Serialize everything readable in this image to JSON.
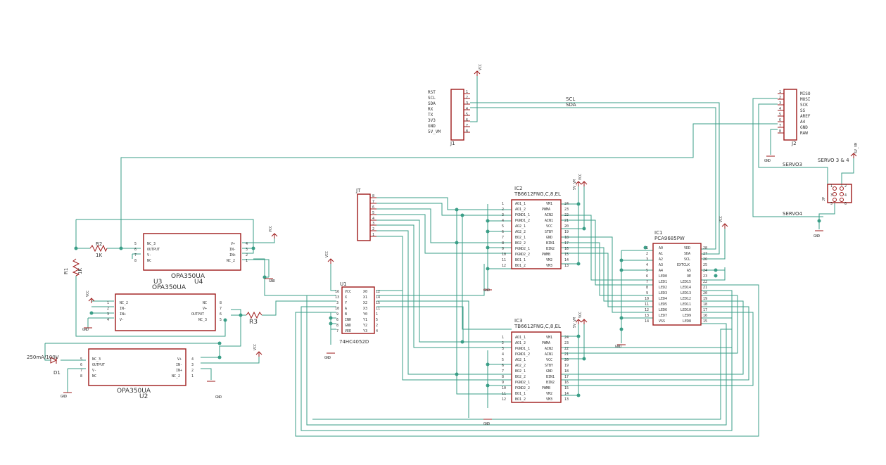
{
  "components": {
    "j1": {
      "name": "J1",
      "pins": [
        "RST",
        "SCL",
        "SDA",
        "RX",
        "TX",
        "3V3",
        "GND",
        "5V_VM"
      ],
      "nums": [
        "1",
        "2",
        "3",
        "4",
        "5",
        "6",
        "7",
        "8"
      ]
    },
    "j2": {
      "name": "J2",
      "pins": [
        "MISO",
        "MOSI",
        "SCK",
        "SS",
        "AREF",
        "A4",
        "GND",
        "RAW"
      ],
      "nums": [
        "1",
        "2",
        "3",
        "4",
        "5",
        "6",
        "7",
        "8"
      ]
    },
    "jt": {
      "name": "JT",
      "nums": [
        "8",
        "7",
        "6",
        "5",
        "4",
        "3",
        "2",
        "1"
      ]
    },
    "ic2": {
      "name": "IC2",
      "part": "TB6612FNG,C,8,EL",
      "left": [
        "AO1_1",
        "AO1_2",
        "PGND1_1",
        "PGND1_2",
        "AO2_1",
        "AO2_2",
        "BO2_1",
        "BO2_2",
        "PGND2_1",
        "PGND2_2",
        "BO1_1",
        "BO1_2"
      ],
      "lnums": [
        "1",
        "2",
        "3",
        "4",
        "5",
        "6",
        "7",
        "8",
        "9",
        "10",
        "11",
        "12"
      ],
      "right": [
        "VM1",
        "PWMA",
        "AIN2",
        "AIN1",
        "VCC",
        "STBY",
        "GND",
        "BIN1",
        "BIN2",
        "PWMB",
        "VM2",
        "VM3"
      ],
      "rnums": [
        "24",
        "23",
        "22",
        "21",
        "20",
        "19",
        "18",
        "17",
        "16",
        "15",
        "14",
        "13"
      ]
    },
    "ic3": {
      "name": "IC3",
      "part": "TB6612FNG,C,8,EL",
      "left": [
        "AO1_1",
        "AO1_2",
        "PGND1_1",
        "PGND1_2",
        "AO2_1",
        "AO2_2",
        "BO2_1",
        "BO2_2",
        "PGND2_1",
        "PGND2_2",
        "BO1_1",
        "BO1_2"
      ],
      "lnums": [
        "1",
        "2",
        "3",
        "4",
        "5",
        "6",
        "7",
        "8",
        "9",
        "10",
        "11",
        "12"
      ],
      "right": [
        "VM1",
        "PWMA",
        "AIN2",
        "AIN1",
        "VCC",
        "STBY",
        "GND",
        "BIN1",
        "BIN2",
        "PWMB",
        "VM2",
        "VM3"
      ],
      "rnums": [
        "24",
        "23",
        "22",
        "21",
        "20",
        "19",
        "18",
        "17",
        "16",
        "15",
        "14",
        "13"
      ]
    },
    "ic1": {
      "name": "IC1",
      "part": "PCA9685PW",
      "left": [
        "A0",
        "A1",
        "A2",
        "A3",
        "A4",
        "LED0",
        "LED1",
        "LED2",
        "LED3",
        "LED4",
        "LED5",
        "LED6",
        "LED7",
        "VSS"
      ],
      "lnums": [
        "1",
        "2",
        "3",
        "4",
        "5",
        "6",
        "7",
        "8",
        "9",
        "10",
        "11",
        "12",
        "13",
        "14"
      ],
      "right": [
        "VDD",
        "SDA",
        "SCL",
        "EXTCLK",
        "A5",
        "OE",
        "LED15",
        "LED14",
        "LED13",
        "LED12",
        "LED11",
        "LED10",
        "LED9",
        "LED8"
      ],
      "rnums": [
        "28",
        "27",
        "26",
        "25",
        "24",
        "23",
        "22",
        "21",
        "20",
        "19",
        "18",
        "17",
        "16",
        "15"
      ]
    },
    "u1": {
      "name": "U1",
      "part": "74HC4052D",
      "left": [
        "VCC",
        "X",
        "Y",
        "A",
        "B",
        "INH",
        "GND",
        "VEE"
      ],
      "lnums": [
        "16",
        "13",
        "3",
        "10",
        "9",
        "6",
        "8",
        "7"
      ],
      "right": [
        "X0",
        "X1",
        "X2",
        "X3",
        "Y0",
        "Y1",
        "Y2",
        "Y3"
      ],
      "rnums": [
        "12",
        "14",
        "15",
        "11",
        "1",
        "5",
        "2",
        "4"
      ]
    },
    "u4": {
      "name": "U4",
      "part": "OPA350UA",
      "left": [
        "NC_3",
        "OUTPUT",
        "V-",
        "NC"
      ],
      "lnums": [
        "5",
        "6",
        "7",
        "8"
      ],
      "right": [
        "V+",
        "IN-",
        "IN+",
        "NC_2"
      ],
      "rnums": [
        "4",
        "3",
        "2",
        "1"
      ]
    },
    "u3": {
      "name": "U3",
      "part": "OPA350UA",
      "left": [
        "NC_2",
        "IN-",
        "IN+",
        "V-"
      ],
      "lnums": [
        "1",
        "2",
        "3",
        "4"
      ],
      "right": [
        "NC",
        "V+",
        "OUTPUT",
        "NC_3"
      ],
      "rnums": [
        "8",
        "7",
        "6",
        "5"
      ]
    },
    "u2": {
      "name": "U2",
      "part": "OPA350UA",
      "left": [
        "NC_3",
        "OUTPUT",
        "V-",
        "NC"
      ],
      "lnums": [
        "5",
        "6",
        "7",
        "8"
      ],
      "right": [
        "V+",
        "IN-",
        "IN+",
        "NC_2"
      ],
      "rnums": [
        "4",
        "3",
        "2",
        "1"
      ]
    },
    "r1": {
      "name": "R1",
      "value": "1K"
    },
    "r2": {
      "name": "R2",
      "value": "1K"
    },
    "r3": {
      "name": "R3"
    },
    "d1": {
      "name": "D1",
      "value": "250mA/100V"
    },
    "servo": {
      "name": "SERVO 3 & 4",
      "pins": [
        "1",
        "2",
        "3",
        "4",
        "5",
        "6"
      ],
      "jp": "JP"
    }
  },
  "nets": {
    "scl": "SCL",
    "sda": "SDA",
    "servo3": "SERVO3",
    "servo4": "SERVO4",
    "vcc": "VCC",
    "gnd": "GND",
    "vm": "5V_VM"
  },
  "colors": {
    "wire": "#3a9e87",
    "part": "#9e1a1a",
    "text": "#333333"
  }
}
